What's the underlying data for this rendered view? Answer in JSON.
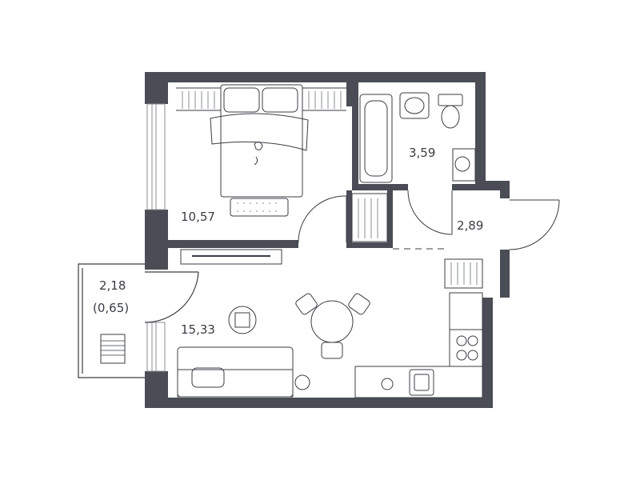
{
  "colors": {
    "wall": "#4a4d55",
    "line": "#3a3d45",
    "thin": "#8a8d94",
    "background": "#ffffff"
  },
  "rooms": {
    "bedroom": {
      "area": "10,57"
    },
    "bathroom": {
      "area": "3,59"
    },
    "hallway": {
      "area": "2,89"
    },
    "living": {
      "area": "15,33"
    },
    "balcony": {
      "area": "2,18",
      "area_reduced": "(0,65)"
    }
  }
}
